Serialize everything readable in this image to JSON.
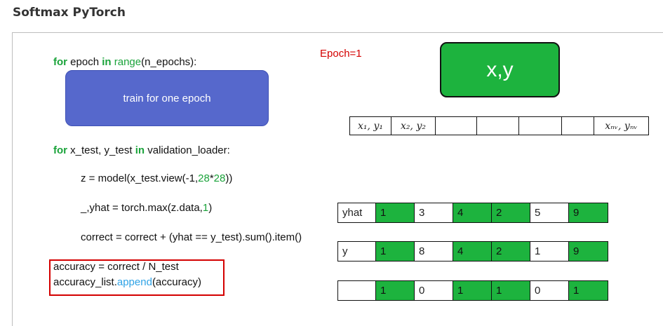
{
  "page": {
    "title": "Softmax PyTorch"
  },
  "slide": {
    "epoch_label": "Epoch=1",
    "xy_label": "x,y",
    "train_box_label": "train for one epoch",
    "loop1": {
      "kw_for": "for",
      "var": " epoch ",
      "kw_in": "in",
      "fn": "range",
      "rest": "(n_epochs):"
    },
    "loop2": {
      "kw_for": "for",
      "mid": " x_test, y_test ",
      "kw_in": "in",
      "rest": " validation_loader:"
    },
    "line_z": {
      "a": "z = model(x_test.view(-1,",
      "n1": "28",
      "b": "*",
      "n2": "28",
      "c": "))"
    },
    "line_yhat": {
      "a": "_,yhat = torch.max(z.data,",
      "n": "1",
      "b": ")"
    },
    "line_correct": "correct = correct + (yhat == y_test).sum().item()",
    "line_accuracy": "accuracy = correct / N_test",
    "line_append": {
      "a": "accuracy_list.",
      "m": "append",
      "b": "(accuracy)"
    },
    "samples": [
      "x₁, y₁",
      "x₂, y₂",
      "",
      "",
      "",
      "",
      "xₙᵥ, yₙᵥ"
    ],
    "rows": [
      {
        "header": "yhat",
        "values": [
          "1",
          "3",
          "4",
          "2",
          "5",
          "9"
        ],
        "green": [
          true,
          false,
          true,
          true,
          false,
          true
        ]
      },
      {
        "header": "y",
        "values": [
          "1",
          "8",
          "4",
          "2",
          "1",
          "9"
        ],
        "green": [
          true,
          false,
          true,
          true,
          false,
          true
        ]
      },
      {
        "header": "",
        "values": [
          "1",
          "0",
          "1",
          "1",
          "0",
          "1"
        ],
        "green": [
          true,
          false,
          true,
          true,
          false,
          true
        ]
      }
    ],
    "colors": {
      "green": "#1db33e",
      "blue_box": "#5668cc",
      "red": "#d40000",
      "method_blue": "#2fa3e6"
    }
  }
}
